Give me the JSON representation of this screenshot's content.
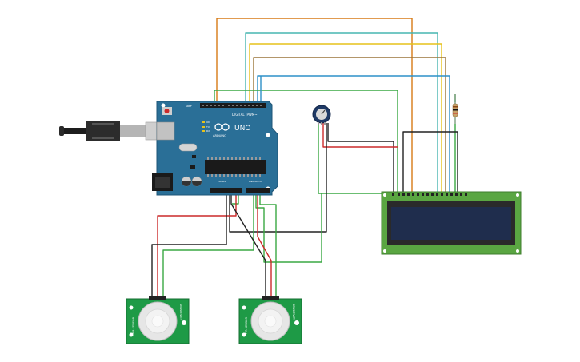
{
  "arduino": {
    "digital_label": "DIGITAL (PWM~)",
    "model_label": "UNO",
    "brand_label": "ARDUINO",
    "power_label": "POWER",
    "analog_label": "ANALOG IN",
    "aref_label": "AREF",
    "on_label": "ON",
    "tx_label": "TX",
    "rx_label": "RX"
  },
  "pir_sensors": [
    {
      "left_label": "PIR SENSOR",
      "right_label": "SENSITIVITY"
    },
    {
      "left_label": "PIR SENSOR",
      "right_label": "SENSITIVITY"
    }
  ],
  "colors": {
    "board": "#2a6f97",
    "board_dark": "#1e5577",
    "lcd_pcb": "#5aa642",
    "lcd_screen": "#1f2d4d",
    "pir_pcb": "#1e9a46",
    "wire_orange": "#d77a16",
    "wire_cyan": "#47b5b0",
    "wire_yellow": "#e6c21a",
    "wire_brown": "#9a7438",
    "wire_blue": "#2d90c8",
    "wire_green": "#3aa843",
    "wire_red": "#cc2a2a",
    "wire_black": "#222222"
  }
}
